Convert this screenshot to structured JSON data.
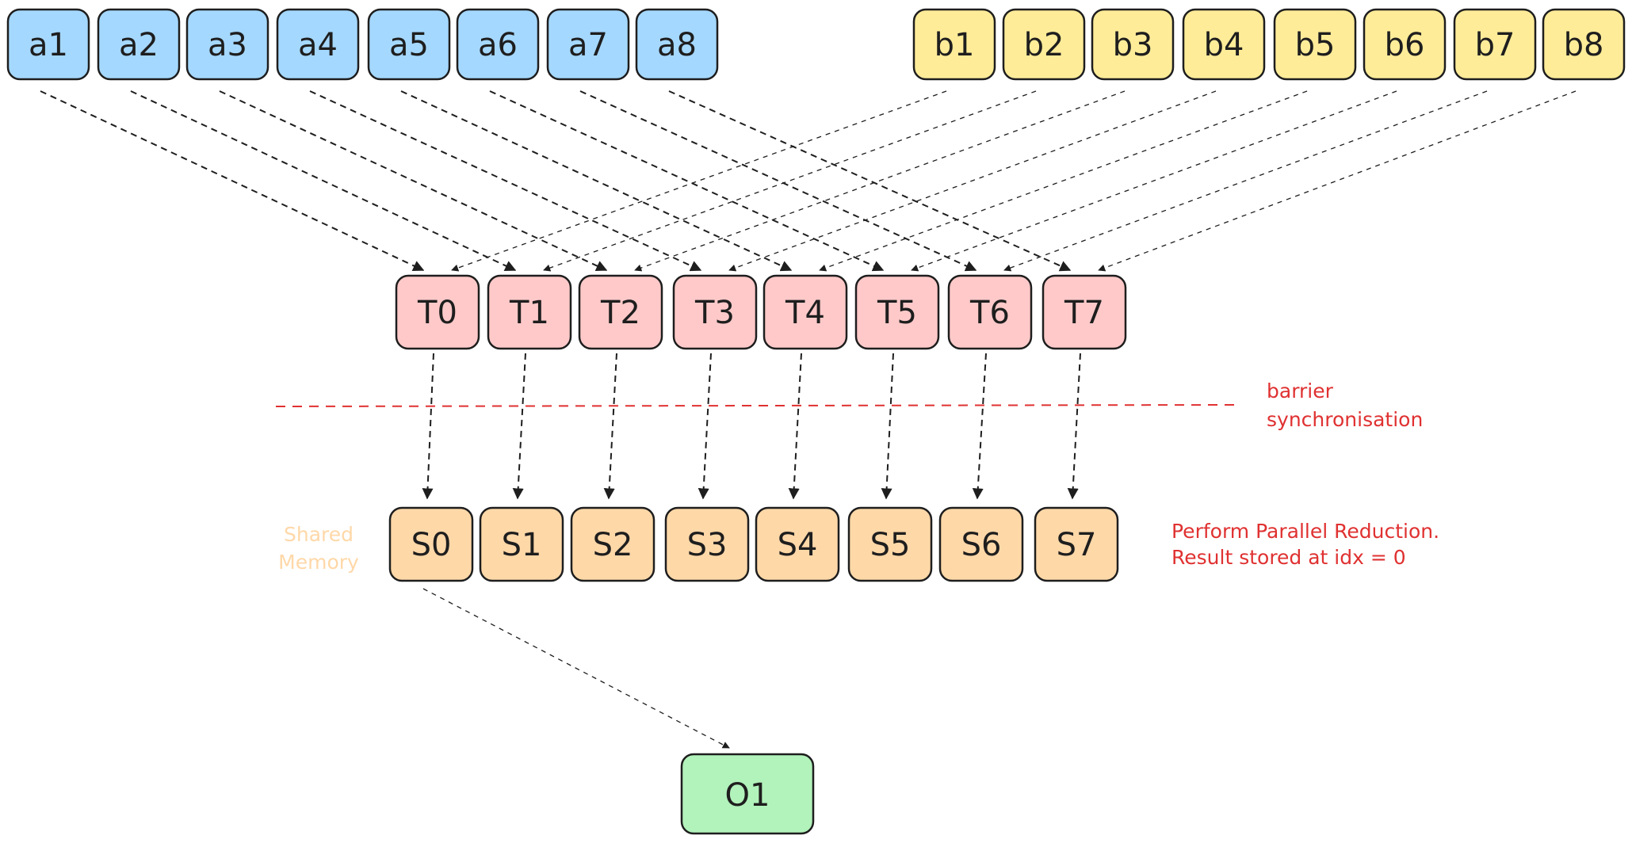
{
  "inputs_a": {
    "color": "#a5d8ff",
    "items": [
      "a1",
      "a2",
      "a3",
      "a4",
      "a5",
      "a6",
      "a7",
      "a8"
    ]
  },
  "inputs_b": {
    "color": "#ffec99",
    "items": [
      "b1",
      "b2",
      "b3",
      "b4",
      "b5",
      "b6",
      "b7",
      "b8"
    ]
  },
  "threads": {
    "color": "#ffc9c9",
    "items": [
      "T0",
      "T1",
      "T2",
      "T3",
      "T4",
      "T5",
      "T6",
      "T7"
    ]
  },
  "shared": {
    "color": "#ffd8a8",
    "label_line1": "Shared",
    "label_line2": "Memory",
    "label_color": "#ffd8a8",
    "items": [
      "S0",
      "S1",
      "S2",
      "S3",
      "S4",
      "S5",
      "S6",
      "S7"
    ]
  },
  "output": {
    "color": "#b2f2bb",
    "label": "O1"
  },
  "barrier": {
    "color": "#e03131",
    "label_line1": "barrier",
    "label_line2": "synchronisation"
  },
  "reduction_note": {
    "color": "#e03131",
    "line1": "Perform Parallel Reduction.",
    "line2": "Result stored at idx = 0"
  }
}
